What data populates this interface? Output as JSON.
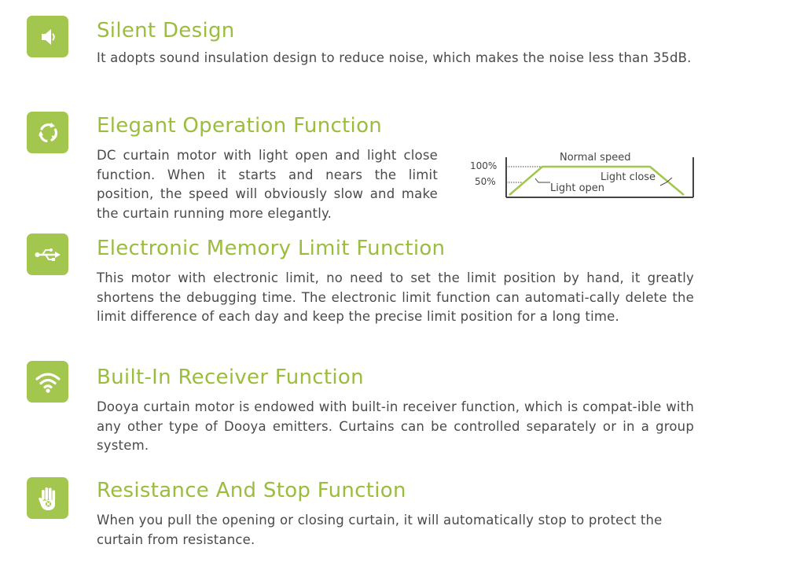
{
  "features": [
    {
      "id": "silent",
      "icon": "speaker-icon",
      "title": "Silent Design",
      "description": "It adopts sound insulation design to reduce noise, which makes the noise less than 35dB."
    },
    {
      "id": "elegant",
      "icon": "cycle-arrows-icon",
      "title": "Elegant Operation Function",
      "description": "DC curtain motor with light open and light close function. When it starts and nears the limit position, the speed will obviously slow and make the curtain running more elegantly.",
      "diagram": {
        "label_100": "100%",
        "label_50": "50%",
        "label_normal": "Normal speed",
        "label_open": "Light open",
        "label_close": "Light close"
      }
    },
    {
      "id": "memory",
      "icon": "usb-icon",
      "title": "Electronic Memory Limit Function",
      "description": "This motor with electronic limit, no need to set the limit position by hand, it greatly shortens the debugging time. The electronic limit function can automati-cally delete the limit difference of each day and keep the precise limit position for a long time."
    },
    {
      "id": "receiver",
      "icon": "wifi-icon",
      "title": "Built-In Receiver Function",
      "description": "Dooya curtain motor is endowed with built-in receiver function, which is compat-ible with any other type of Dooya emitters. Curtains can be controlled separately or in a group system."
    },
    {
      "id": "resistance",
      "icon": "hand-stop-icon",
      "title": "Resistance And Stop Function",
      "description": "When you pull the opening or closing curtain, it will automatically stop to protect the curtain from resistance."
    }
  ],
  "colors": {
    "accent": "#a3c64e",
    "title": "#9bbd3c",
    "text": "#4a4a4a"
  }
}
